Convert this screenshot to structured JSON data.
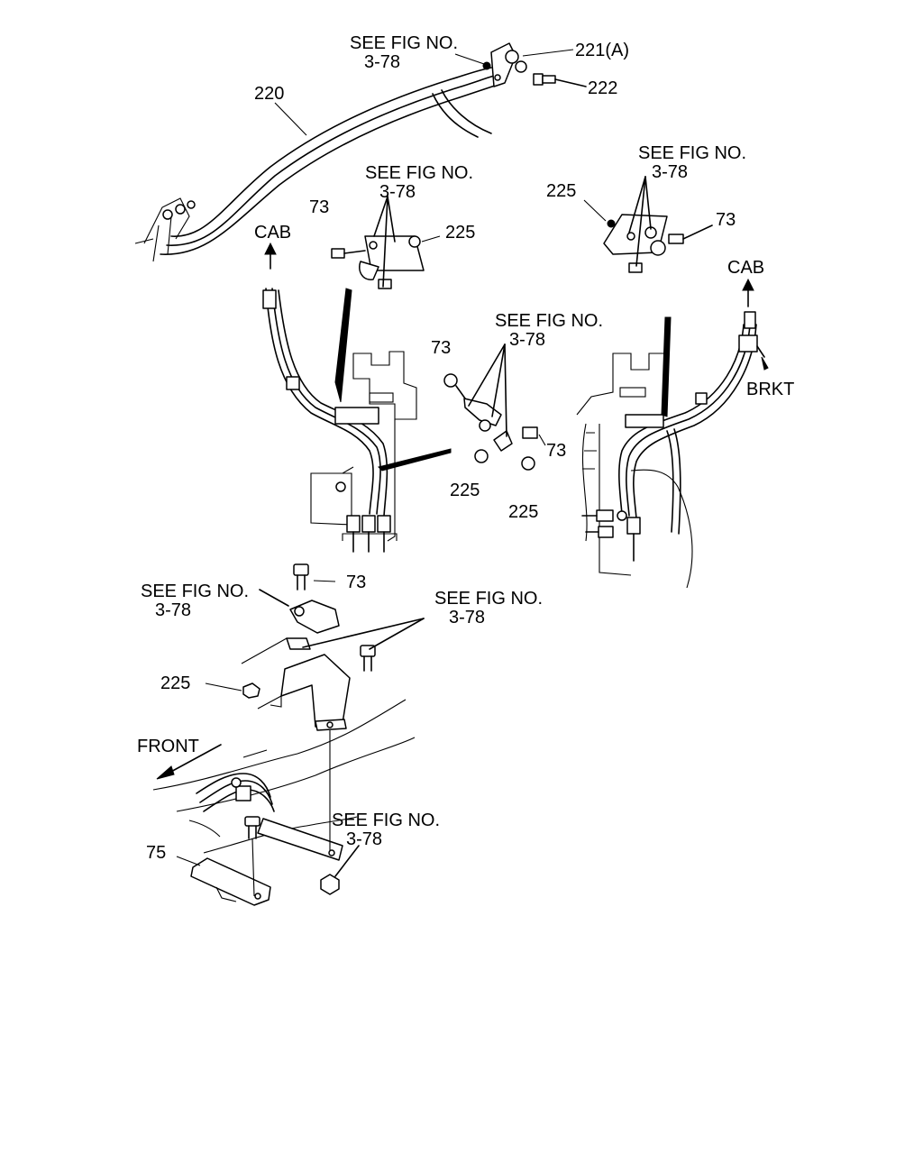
{
  "diagram": {
    "labels": {
      "see_fig_line1": "SEE FIG NO.",
      "see_fig_line2": "3-78",
      "part_221a": "221(A)",
      "part_222": "222",
      "part_220": "220",
      "part_73": "73",
      "part_225": "225",
      "part_75": "75",
      "cab": "CAB",
      "brkt": "BRKT",
      "front": "FRONT"
    }
  }
}
